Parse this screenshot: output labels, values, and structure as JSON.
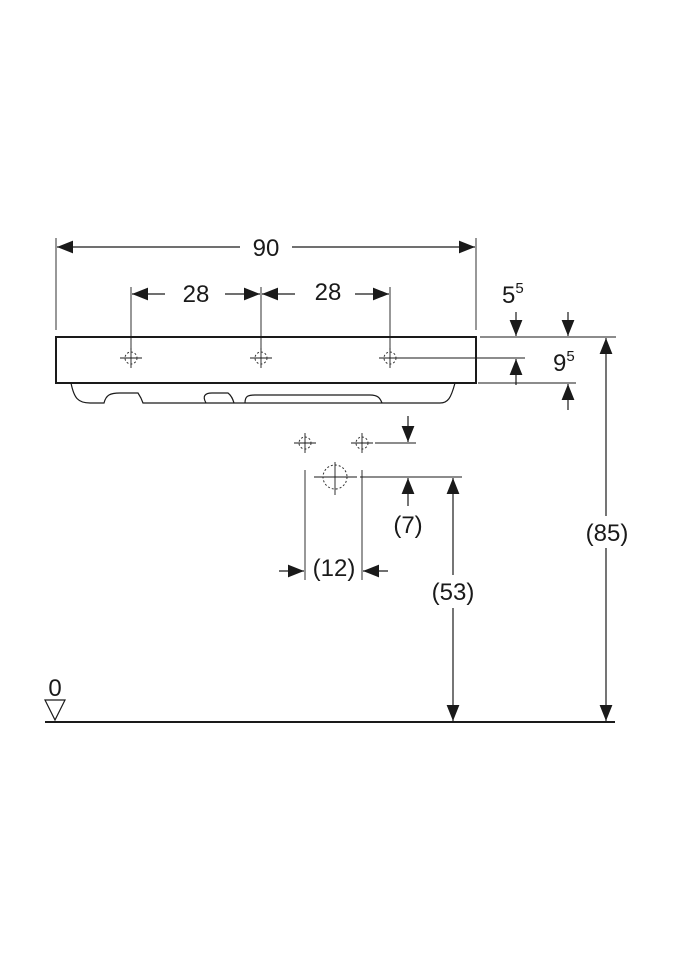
{
  "drawing": {
    "width_total": "90",
    "tap_spacing_left": "28",
    "tap_spacing_right": "28",
    "top_offset": {
      "base": "5",
      "sup": "5"
    },
    "rim_height": {
      "base": "9",
      "sup": "5"
    },
    "total_height": "(85)",
    "waste_height": "(53)",
    "waste_offset": "(7)",
    "waste_width": "(12)",
    "floor_level": "0"
  }
}
